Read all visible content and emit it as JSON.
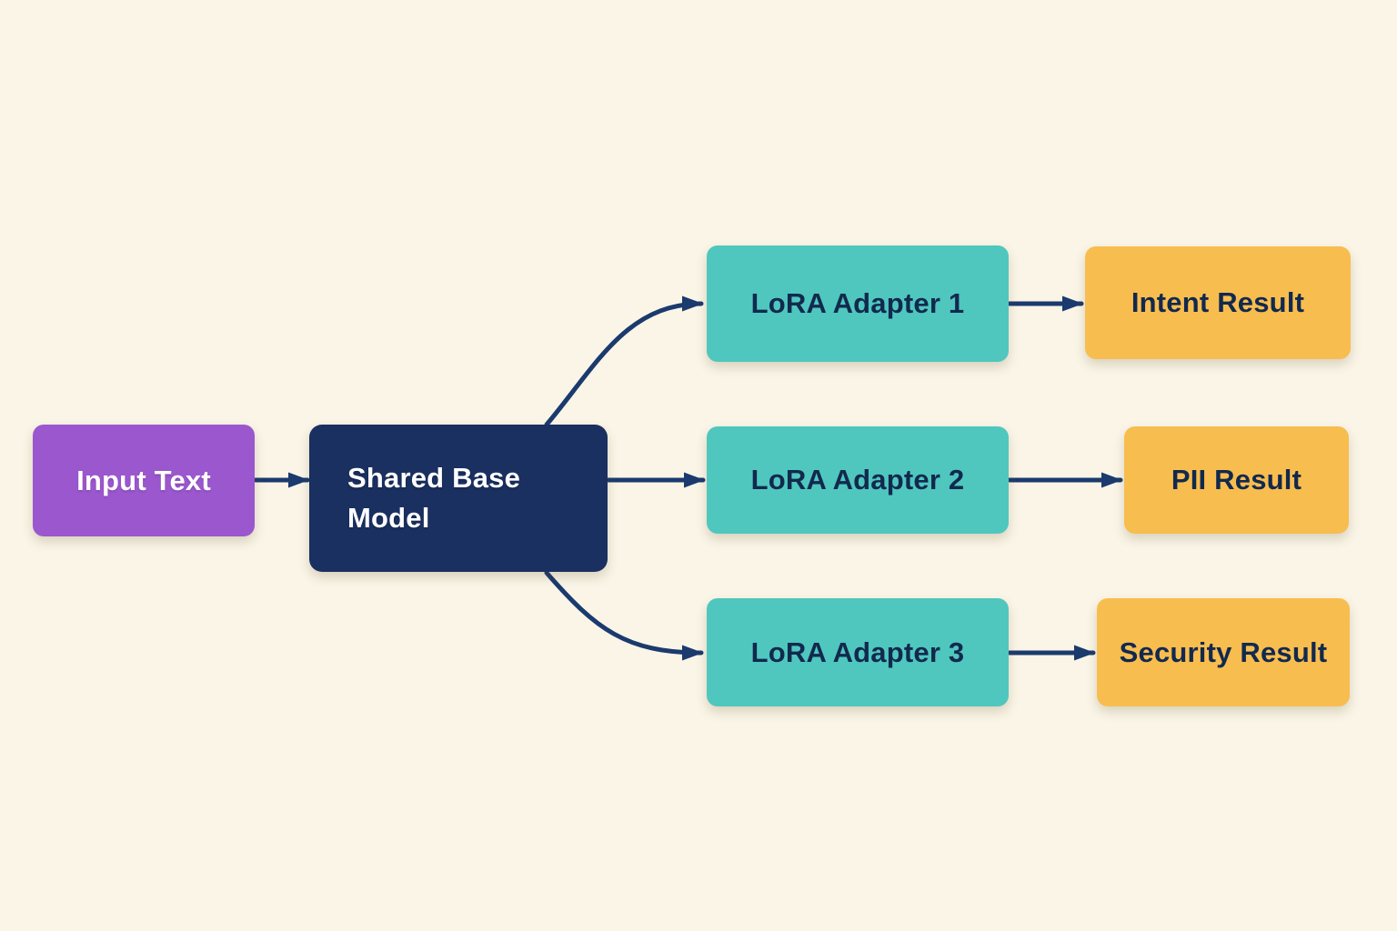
{
  "diagram": {
    "type": "flowchart",
    "direction": "left-to-right",
    "nodes": {
      "input": {
        "label": "Input Text",
        "fill": "input"
      },
      "base": {
        "label": "Shared Base Model",
        "fill": "base"
      },
      "adapter1": {
        "label": "LoRA Adapter 1",
        "fill": "adapter"
      },
      "adapter2": {
        "label": "LoRA Adapter 2",
        "fill": "adapter"
      },
      "adapter3": {
        "label": "LoRA Adapter 3",
        "fill": "adapter"
      },
      "result1": {
        "label": "Intent Result",
        "fill": "result"
      },
      "result2": {
        "label": "PII Result",
        "fill": "result"
      },
      "result3": {
        "label": "Security Result",
        "fill": "result"
      }
    },
    "edges": [
      {
        "from": "input",
        "to": "base",
        "style": "straight"
      },
      {
        "from": "base",
        "to": "adapter1",
        "style": "curved"
      },
      {
        "from": "base",
        "to": "adapter2",
        "style": "straight"
      },
      {
        "from": "base",
        "to": "adapter3",
        "style": "curved"
      },
      {
        "from": "adapter1",
        "to": "result1",
        "style": "straight"
      },
      {
        "from": "adapter2",
        "to": "result2",
        "style": "straight"
      },
      {
        "from": "adapter3",
        "to": "result3",
        "style": "straight"
      }
    ],
    "colors": {
      "background": "#faf5e7",
      "input_fill": "#9b57ce",
      "base_fill": "#1a3060",
      "adapter_fill": "#4fc7be",
      "result_fill": "#f8bd4f",
      "connector": "#1b3a6e",
      "light_text": "#ffffff",
      "dark_text": "#12294e"
    }
  }
}
